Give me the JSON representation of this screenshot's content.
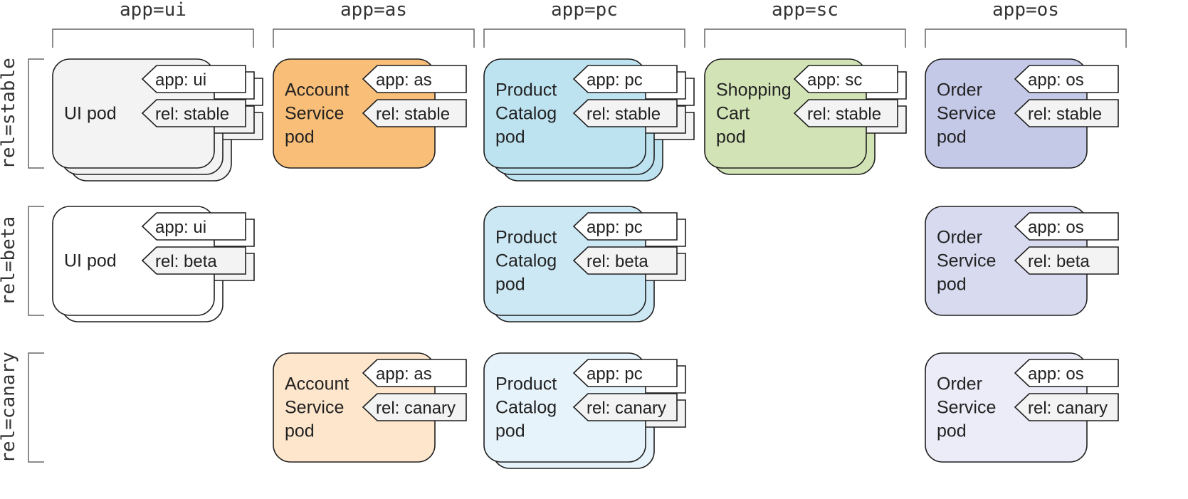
{
  "columns": [
    {
      "label": "app=ui"
    },
    {
      "label": "app=as"
    },
    {
      "label": "app=pc"
    },
    {
      "label": "app=sc"
    },
    {
      "label": "app=os"
    }
  ],
  "rows": [
    {
      "label": "rel=stable"
    },
    {
      "label": "rel=beta"
    },
    {
      "label": "rel=canary"
    }
  ],
  "pods": [
    {
      "col": 0,
      "row": 0,
      "name_lines": [
        "UI pod"
      ],
      "app_tag": "app: ui",
      "rel_tag": "rel: stable",
      "fill": "#f2f3f2",
      "replicas": 3
    },
    {
      "col": 1,
      "row": 0,
      "name_lines": [
        "Account",
        "Service",
        "pod"
      ],
      "app_tag": "app: as",
      "rel_tag": "rel: stable",
      "fill": "#f9be78",
      "replicas": 1
    },
    {
      "col": 2,
      "row": 0,
      "name_lines": [
        "Product",
        "Catalog",
        "pod"
      ],
      "app_tag": "app: pc",
      "rel_tag": "rel: stable",
      "fill": "#bde2f0",
      "replicas": 3
    },
    {
      "col": 3,
      "row": 0,
      "name_lines": [
        "Shopping",
        "Cart",
        "pod"
      ],
      "app_tag": "app: sc",
      "rel_tag": "rel: stable",
      "fill": "#d2e4b6",
      "replicas": 2
    },
    {
      "col": 4,
      "row": 0,
      "name_lines": [
        "Order",
        "Service",
        "pod"
      ],
      "app_tag": "app: os",
      "rel_tag": "rel: stable",
      "fill": "#c5c9e8",
      "replicas": 1
    },
    {
      "col": 0,
      "row": 1,
      "name_lines": [
        "UI pod"
      ],
      "app_tag": "app: ui",
      "rel_tag": "rel: beta",
      "fill": "#ffffff",
      "replicas": 2
    },
    {
      "col": 2,
      "row": 1,
      "name_lines": [
        "Product",
        "Catalog",
        "pod"
      ],
      "app_tag": "app: pc",
      "rel_tag": "rel: beta",
      "fill": "#cce8f4",
      "replicas": 2
    },
    {
      "col": 4,
      "row": 1,
      "name_lines": [
        "Order",
        "Service",
        "pod"
      ],
      "app_tag": "app: os",
      "rel_tag": "rel: beta",
      "fill": "#d8dbf0",
      "replicas": 1
    },
    {
      "col": 1,
      "row": 2,
      "name_lines": [
        "Account",
        "Service",
        "pod"
      ],
      "app_tag": "app: as",
      "rel_tag": "rel: canary",
      "fill": "#fde6cb",
      "replicas": 1
    },
    {
      "col": 2,
      "row": 2,
      "name_lines": [
        "Product",
        "Catalog",
        "pod"
      ],
      "app_tag": "app: pc",
      "rel_tag": "rel: canary",
      "fill": "#e6f3fa",
      "replicas": 2
    },
    {
      "col": 4,
      "row": 2,
      "name_lines": [
        "Order",
        "Service",
        "pod"
      ],
      "app_tag": "app: os",
      "rel_tag": "rel: canary",
      "fill": "#ececf8",
      "replicas": 1
    }
  ],
  "colors": {
    "tag_app": "#ffffff",
    "tag_rel": "#f2f3f2",
    "stroke": "#1f1f1f",
    "bracket": "#666666"
  }
}
